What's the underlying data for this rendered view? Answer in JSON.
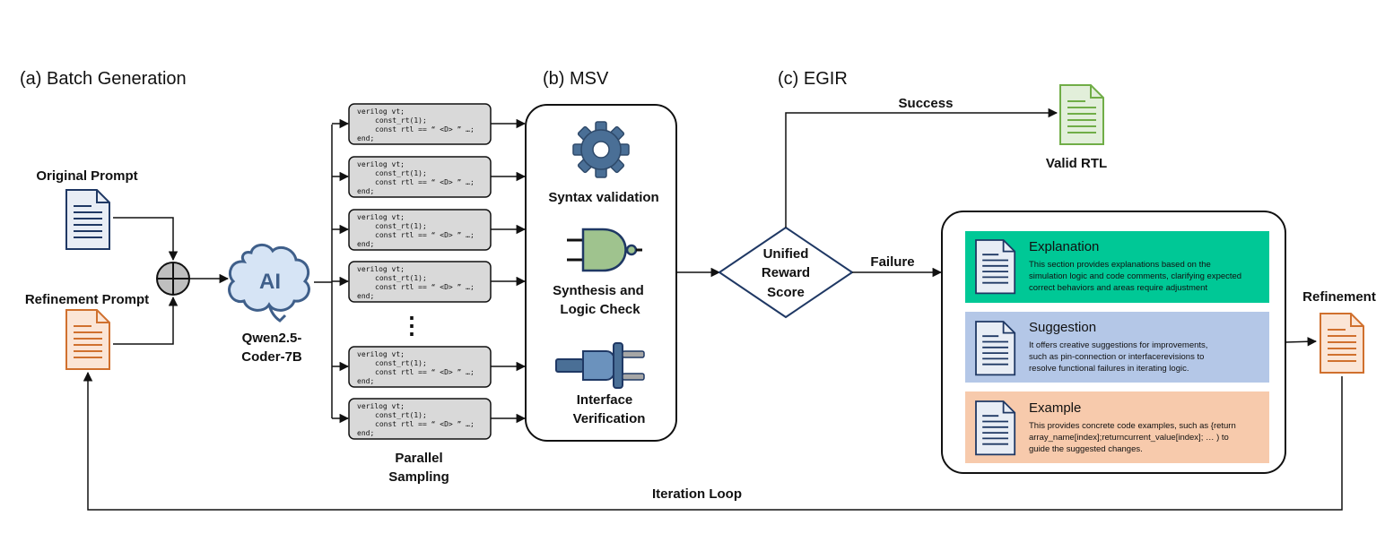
{
  "sections": {
    "batch": "(a) Batch Generation",
    "msv": "(b) MSV",
    "egir": "(c) EGIR"
  },
  "inputs": {
    "original_prompt": "Original Prompt",
    "refinement_prompt": "Refinement Prompt"
  },
  "model": {
    "line1": "Qwen2.5-",
    "line2": "Coder-7B",
    "logo_text": "AI"
  },
  "code_sample": {
    "line1": "verilog vt;",
    "line2": "const_rt(1);",
    "line3": "const rtl == “ <D> ” …;",
    "line4": "end;"
  },
  "ellipsis": "⋮",
  "parallel_sampling": {
    "line1": "Parallel",
    "line2": "Sampling"
  },
  "msv_steps": {
    "syntax": "Syntax validation",
    "synthesis_line1": "Synthesis and",
    "synthesis_line2": "Logic Check",
    "interface_line1": "Interface",
    "interface_line2": "Verification"
  },
  "reward": {
    "line1": "Unified",
    "line2": "Reward",
    "line3": "Score"
  },
  "edges": {
    "success": "Success",
    "failure": "Failure",
    "loop": "Iteration Loop"
  },
  "valid_rtl": "Valid RTL",
  "refinement": "Refinement",
  "cards": [
    {
      "title": "Explanation",
      "lines": [
        "This section provides explanations based on the",
        "simulation logic and code comments, clarifying expected",
        "correct behaviors and areas require adjustment"
      ]
    },
    {
      "title": "Suggestion",
      "lines": [
        "It offers creative suggestions for improvements,",
        "such as pin-connection or interfacerevisions to",
        "resolve functional failures in iterating logic."
      ]
    },
    {
      "title": "Example",
      "lines": [
        "This provides concrete code examples, such as {return",
        "array_name[index];returncurrent_value[index]; … ) to",
        "guide the suggested changes."
      ]
    }
  ],
  "colors": {
    "explanation": "#00c896",
    "suggestion": "#b4c7e7",
    "example": "#f7caac",
    "doc_blue": "#1f3864",
    "doc_orange": "#d0702e",
    "doc_green": "#70ad47",
    "gear": "#4a6f96",
    "gate": "#9fc38e",
    "code_box": "#d9d9d9"
  },
  "icons": [
    "document-blue-icon",
    "document-orange-icon",
    "document-green-icon",
    "plus-circle-icon",
    "brain-ai-icon",
    "gear-icon",
    "nand-gate-icon",
    "plug-icon",
    "document-card-icon"
  ]
}
